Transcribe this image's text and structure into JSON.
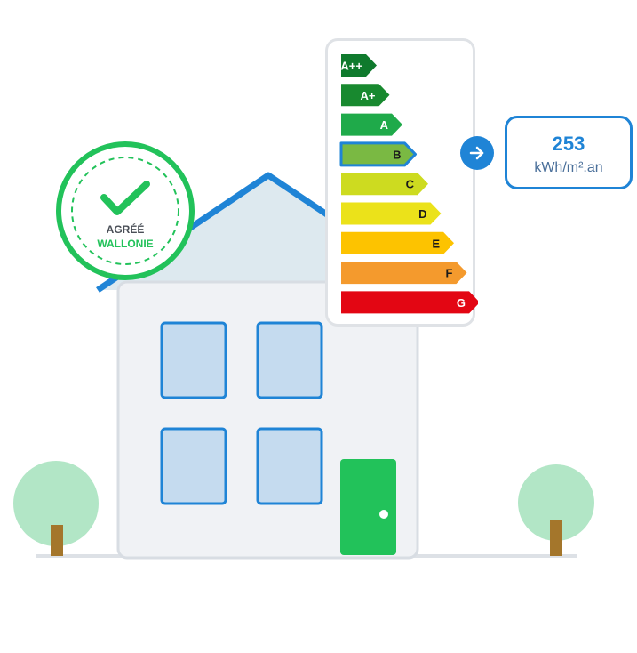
{
  "seal": {
    "line1": "AGRÉÉ",
    "line2": "WALLONIE",
    "color": "#22c25a"
  },
  "energy_scale": {
    "selected": "B",
    "classes": [
      {
        "label": "A++",
        "color": "#0f7a2d"
      },
      {
        "label": "A+",
        "color": "#18892f"
      },
      {
        "label": "A",
        "color": "#1faa4a"
      },
      {
        "label": "B",
        "color": "#7ab943"
      },
      {
        "label": "C",
        "color": "#cddb20"
      },
      {
        "label": "D",
        "color": "#ebe21a"
      },
      {
        "label": "E",
        "color": "#fdc300"
      },
      {
        "label": "F",
        "color": "#f49a2d"
      },
      {
        "label": "G",
        "color": "#e30613"
      }
    ]
  },
  "result": {
    "value": "253",
    "unit": "kWh/m².an",
    "accent": "#1f84d6"
  },
  "icons": {
    "arrow": "arrow-right-icon",
    "check": "checkmark-icon"
  }
}
